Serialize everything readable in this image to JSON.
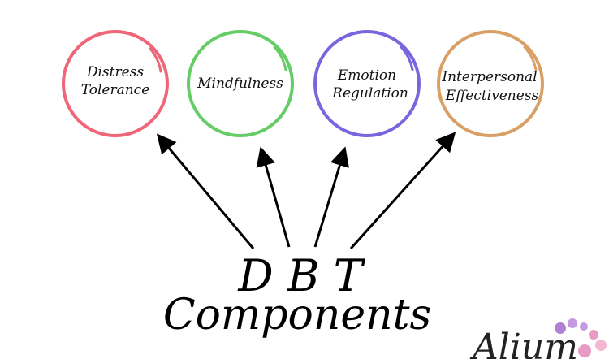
{
  "title": {
    "line1": "D B T",
    "line2": "Components"
  },
  "components": [
    {
      "line1": "Distress",
      "line2": "Tolerance",
      "color": "#ee6677"
    },
    {
      "line1": "Mindfulness",
      "line2": "",
      "color": "#66cc66"
    },
    {
      "line1": "Emotion",
      "line2": "Regulation",
      "color": "#7766dd"
    },
    {
      "line1": "Interpersonal",
      "line2": "Effectiveness",
      "color": "#d9a066"
    }
  ],
  "watermark": {
    "text": "Alium",
    "dot_colors": [
      "#b07fd6",
      "#c49ae3",
      "#e79ac2",
      "#f3b6d3"
    ]
  }
}
